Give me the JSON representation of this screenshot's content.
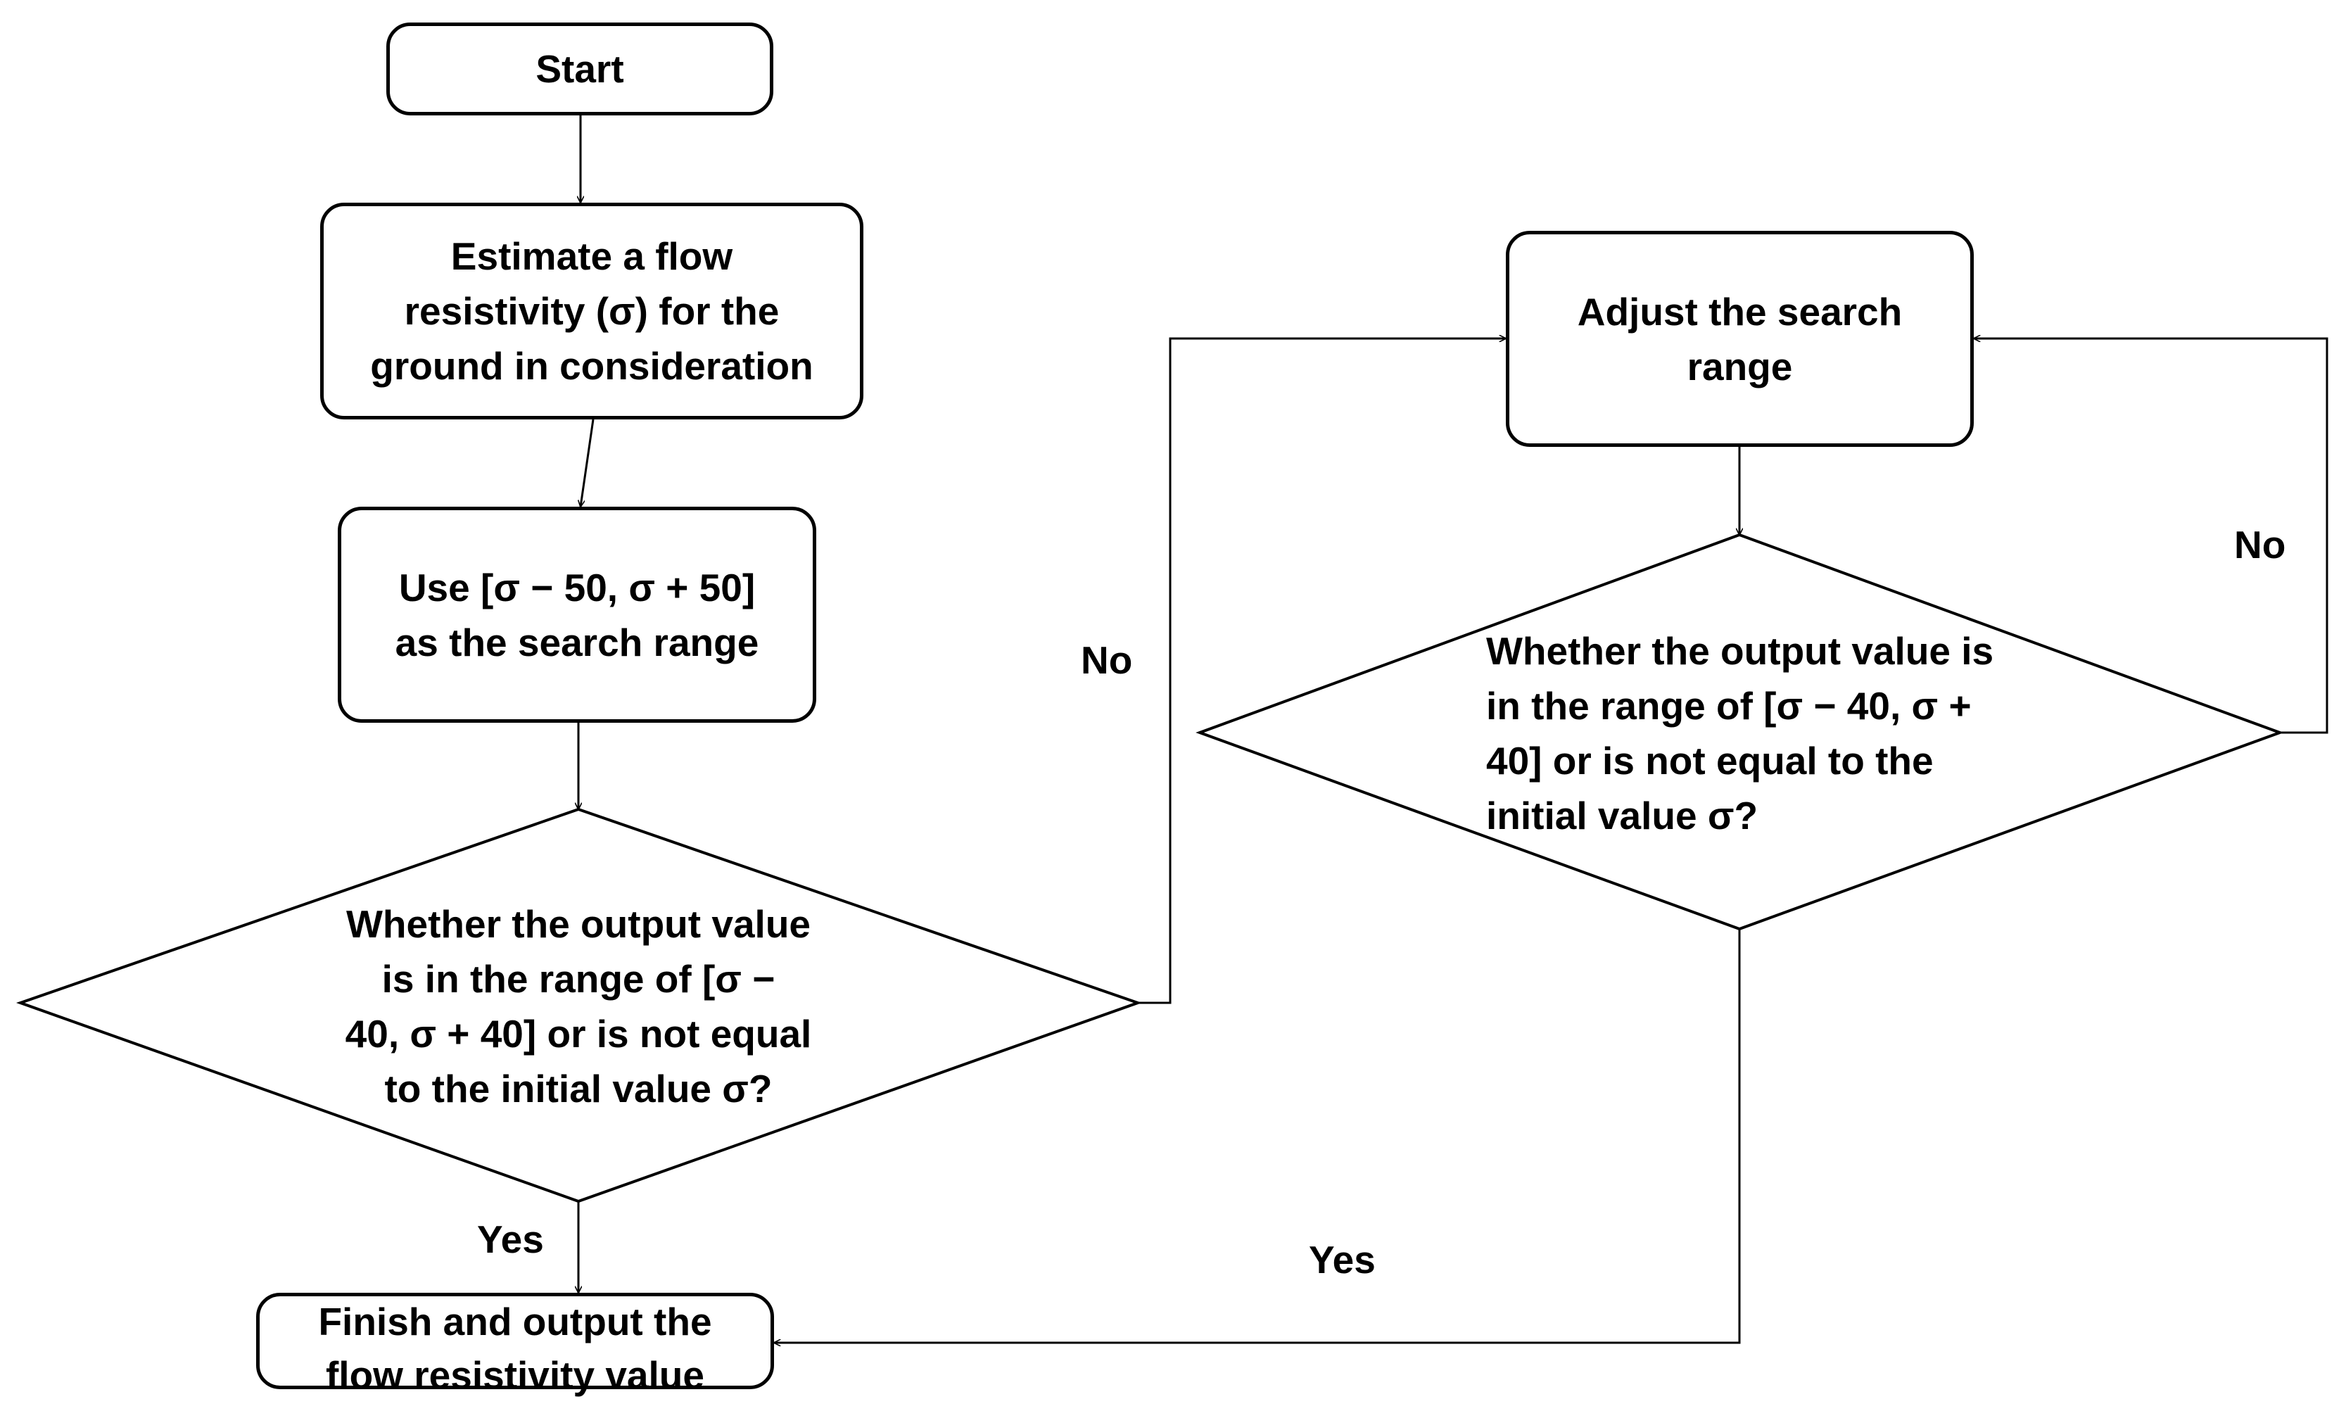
{
  "nodes": {
    "start": "Start",
    "estimate": [
      "Estimate a flow",
      "resistivity (σ) for the",
      "ground in consideration"
    ],
    "use_range": [
      "Use [σ − 50, σ + 50]",
      "as the search range"
    ],
    "decision1": [
      "Whether the output value",
      "is in the range of [σ −",
      "40, σ + 40] or is not equal",
      "to the initial value σ?"
    ],
    "finish": [
      "Finish and output the",
      "flow resistivity value"
    ],
    "adjust": [
      "Adjust the search",
      "range"
    ],
    "decision2": [
      "Whether the output value is",
      "in the range of [σ − 40, σ +",
      "40] or is not equal to the",
      "initial value σ?"
    ]
  },
  "edge_labels": {
    "d1_no": "No",
    "d1_yes": "Yes",
    "d2_no": "No",
    "d2_yes": "Yes"
  }
}
